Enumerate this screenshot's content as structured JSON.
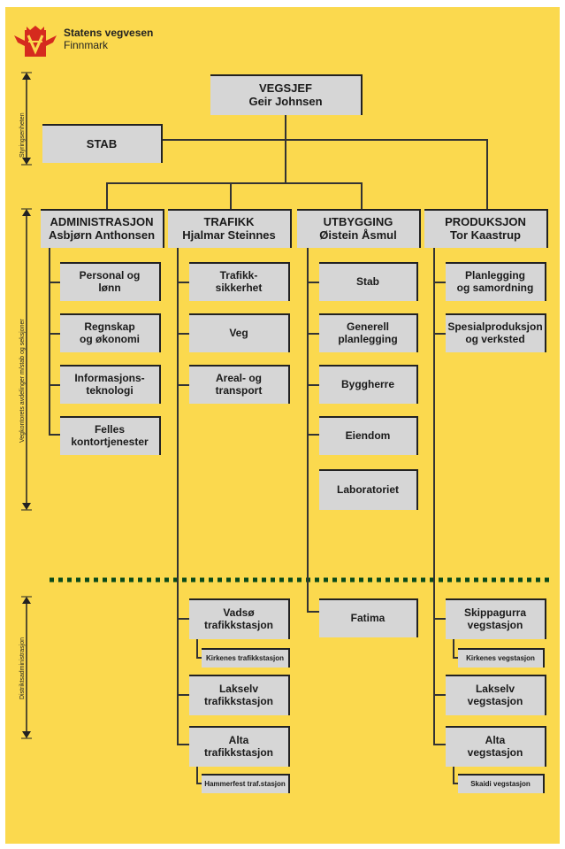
{
  "header": {
    "org_name": "Statens vegvesen",
    "region": "Finnmark"
  },
  "top": {
    "vegsjef_title": "VEGSJEF",
    "vegsjef_name": "Geir Johnsen",
    "stab": "STAB"
  },
  "side_labels": {
    "styring": "Styringsenheten",
    "avdelinger": "Vegkontorets avdelinger m/stab og seksjoner",
    "distrikt": "Distriktsadministrasjon"
  },
  "departments": [
    {
      "title": "ADMINISTRASJON",
      "leader": "Asbjørn Anthonsen",
      "sections": [
        {
          "lines": [
            "Personal og",
            "lønn"
          ]
        },
        {
          "lines": [
            "Regnskap",
            "og økonomi"
          ]
        },
        {
          "lines": [
            "Informasjons-",
            "teknologi"
          ]
        },
        {
          "lines": [
            "Felles",
            "kontortjenester"
          ]
        }
      ]
    },
    {
      "title": "TRAFIKK",
      "leader": "Hjalmar Steinnes",
      "sections": [
        {
          "lines": [
            "Trafikk-",
            "sikkerhet"
          ]
        },
        {
          "lines": [
            "Veg"
          ]
        },
        {
          "lines": [
            "Areal- og",
            "transport"
          ]
        }
      ],
      "district": [
        {
          "lines": [
            "Vadsø",
            "trafikkstasjon"
          ],
          "sub": "Kirkenes trafikkstasjon"
        },
        {
          "lines": [
            "Lakselv",
            "trafikkstasjon"
          ]
        },
        {
          "lines": [
            "Alta",
            "trafikkstasjon"
          ],
          "sub": "Hammerfest traf.stasjon"
        }
      ]
    },
    {
      "title": "UTBYGGING",
      "leader": "Øistein Åsmul",
      "sections": [
        {
          "lines": [
            "Stab"
          ]
        },
        {
          "lines": [
            "Generell",
            "planlegging"
          ]
        },
        {
          "lines": [
            "Byggherre"
          ]
        },
        {
          "lines": [
            "Eiendom"
          ]
        },
        {
          "lines": [
            "Laboratoriet"
          ]
        }
      ],
      "district": [
        {
          "lines": [
            "Fatima"
          ]
        }
      ]
    },
    {
      "title": "PRODUKSJON",
      "leader": "Tor Kaastrup",
      "sections": [
        {
          "lines": [
            "Planlegging",
            "og samordning"
          ]
        },
        {
          "lines": [
            "Spesialproduksjon",
            "og verksted"
          ]
        }
      ],
      "district": [
        {
          "lines": [
            "Skippagurra",
            "vegstasjon"
          ],
          "sub": "Kirkenes vegstasjon"
        },
        {
          "lines": [
            "Lakselv",
            "vegstasjon"
          ]
        },
        {
          "lines": [
            "Alta",
            "vegstasjon"
          ],
          "sub": "Skaidi vegstasjon"
        }
      ]
    }
  ],
  "colors": {
    "background": "#fbd94e",
    "box": "#d6d6d6",
    "logo_red": "#d52b1e"
  }
}
